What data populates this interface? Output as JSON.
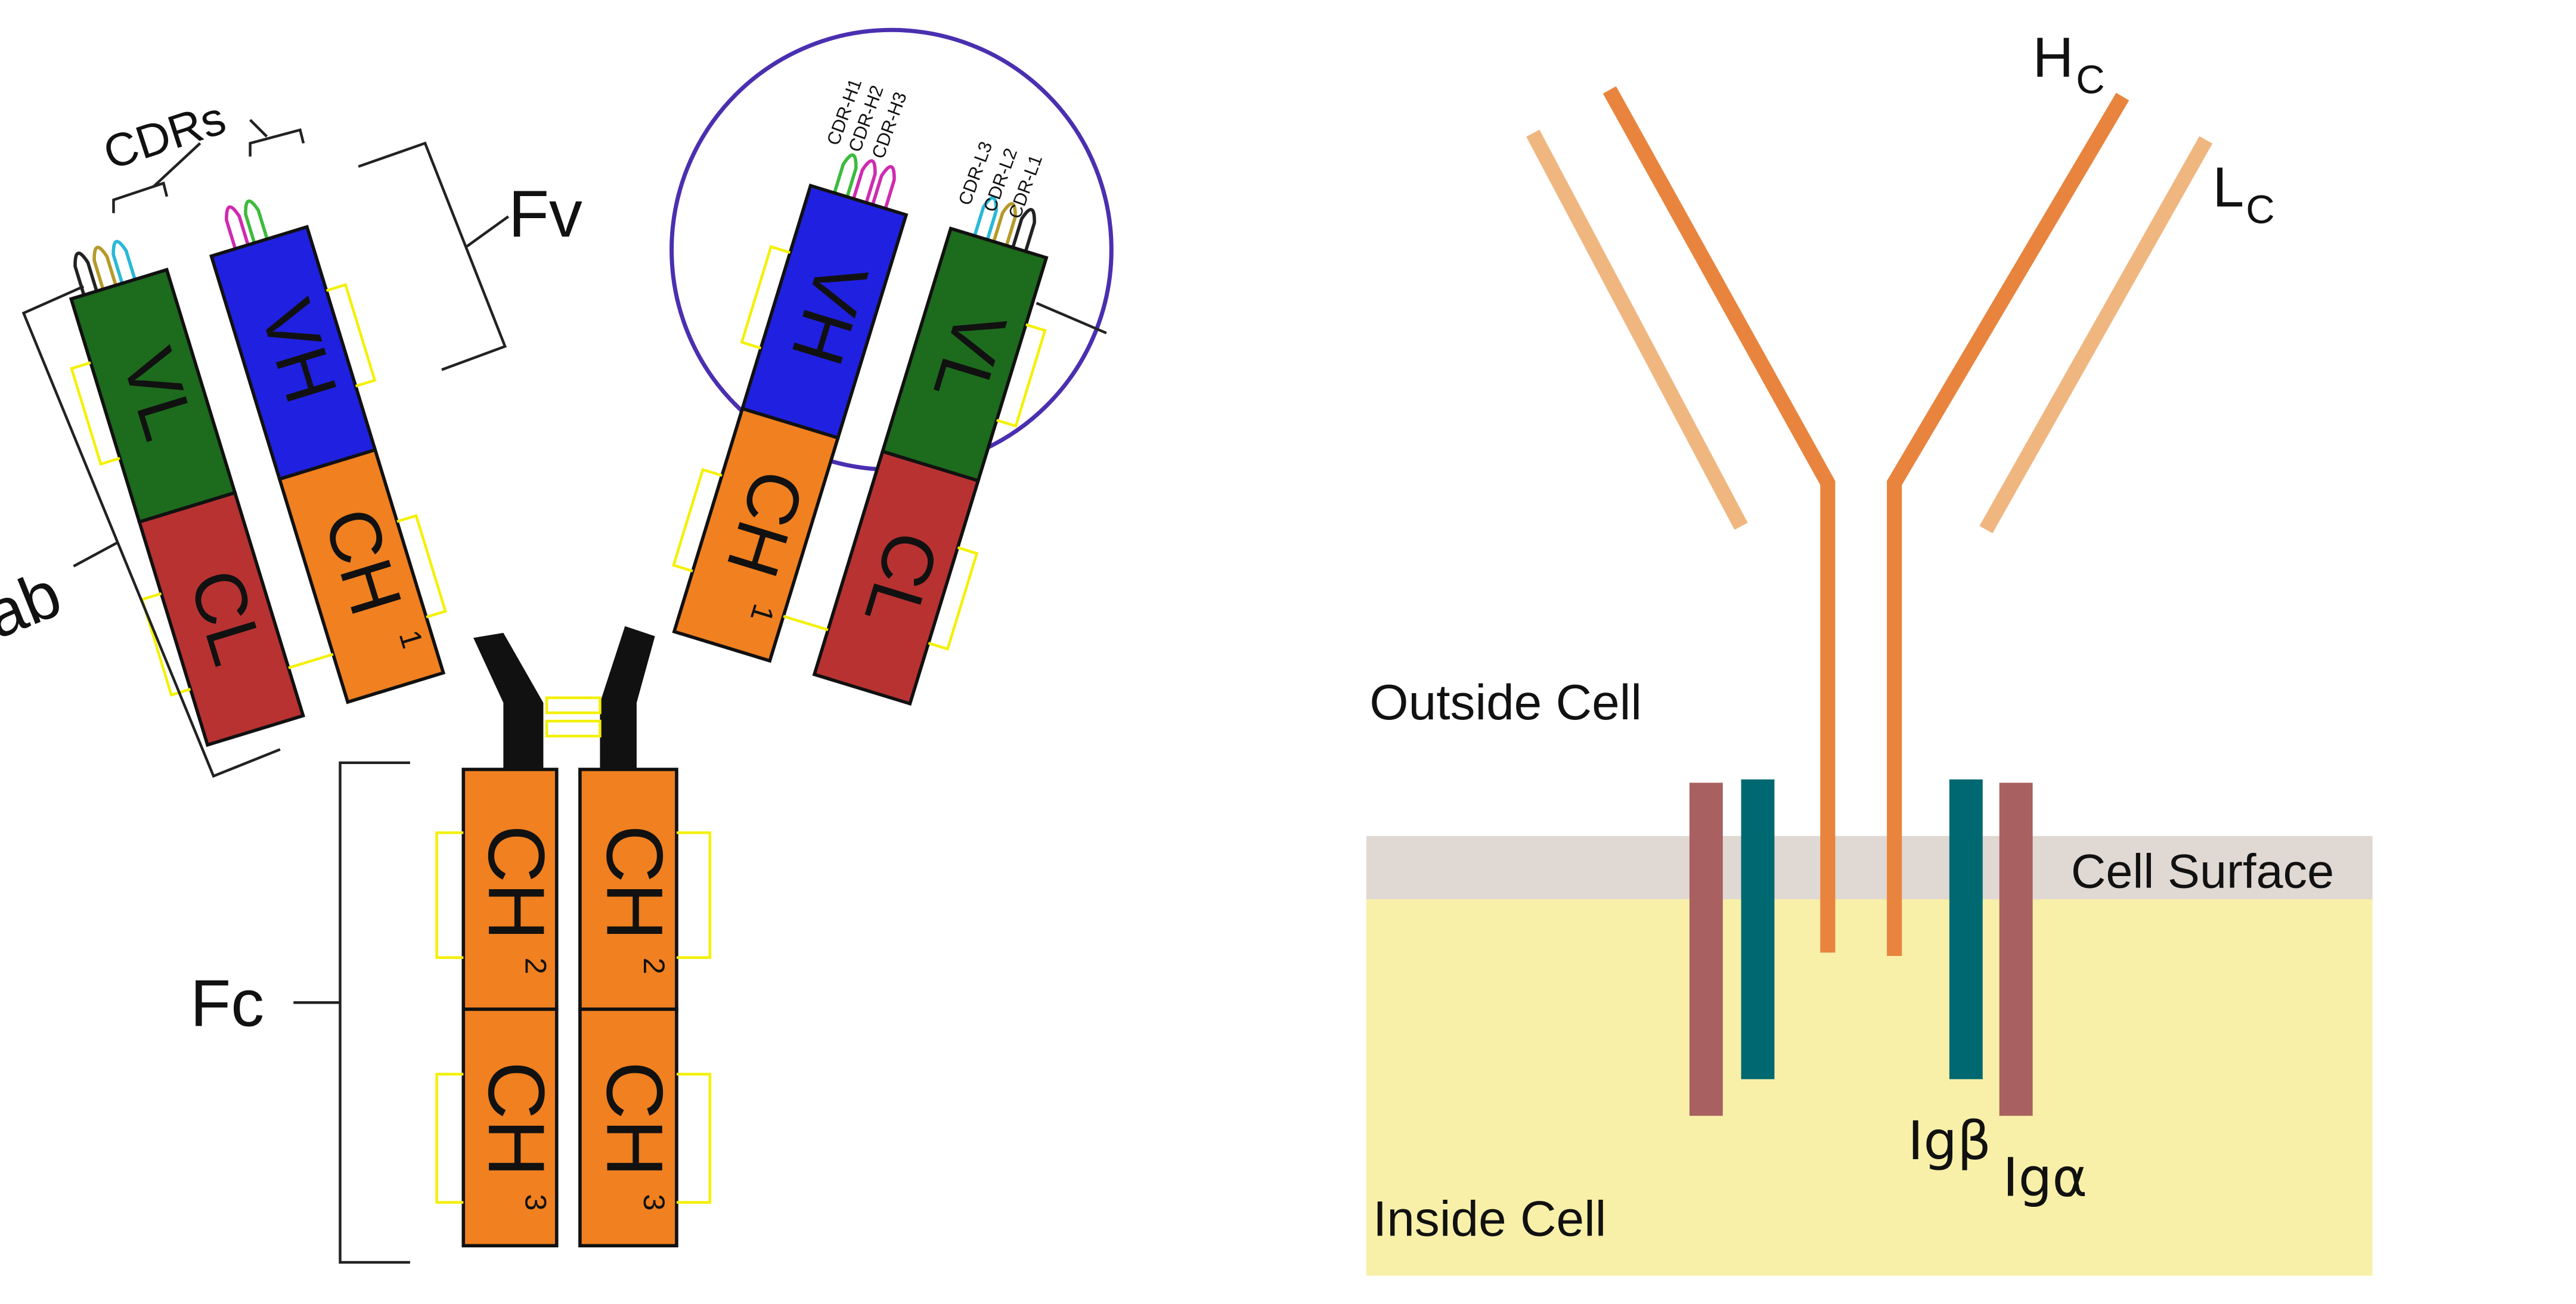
{
  "left_diagram": {
    "labels": {
      "cdrs": "CDRs",
      "fv": "Fv",
      "fab": "ab",
      "fc": "Fc"
    },
    "domains": {
      "vl": "VL",
      "vh": "VH",
      "cl": "CL",
      "ch1": "CH",
      "ch1_sub": "1",
      "ch2": "CH",
      "ch2_sub": "2",
      "ch3": "CH",
      "ch3_sub": "3"
    },
    "cdr_labels": {
      "h1": "CDR-H1",
      "h2": "CDR-H2",
      "h3": "CDR-H3",
      "l3": "CDR-L3",
      "l2": "CDR-L2",
      "l1": "CDR-L1"
    },
    "disulfide_glyph": "c",
    "colors": {
      "vl": "#1d6b1d",
      "vh": "#2020e0",
      "cl": "#b83232",
      "ch": "#f08020",
      "hinge": "#111111",
      "disulfide": "#f4f000",
      "fv_circle": "#4a2fb0",
      "cdr_green": "#3dbb3d",
      "cdr_magenta": "#d02ab0",
      "cdr_cyan": "#2ab8d8",
      "cdr_olive": "#b59a2a",
      "cdr_black": "#222222"
    }
  },
  "right_diagram": {
    "labels": {
      "hc": "H",
      "hc_sub": "C",
      "lc": "L",
      "lc_sub": "C",
      "outside": "Outside Cell",
      "surface": "Cell Surface",
      "inside": "Inside Cell",
      "igb": "Igβ",
      "iga": "Igα"
    },
    "colors": {
      "heavy": "#e8843e",
      "light": "#f0b680",
      "membrane": "#e0d8d2",
      "cytoplasm": "#f8f0a8",
      "ig_beta": "#006870",
      "ig_alpha": "#a86060"
    }
  }
}
